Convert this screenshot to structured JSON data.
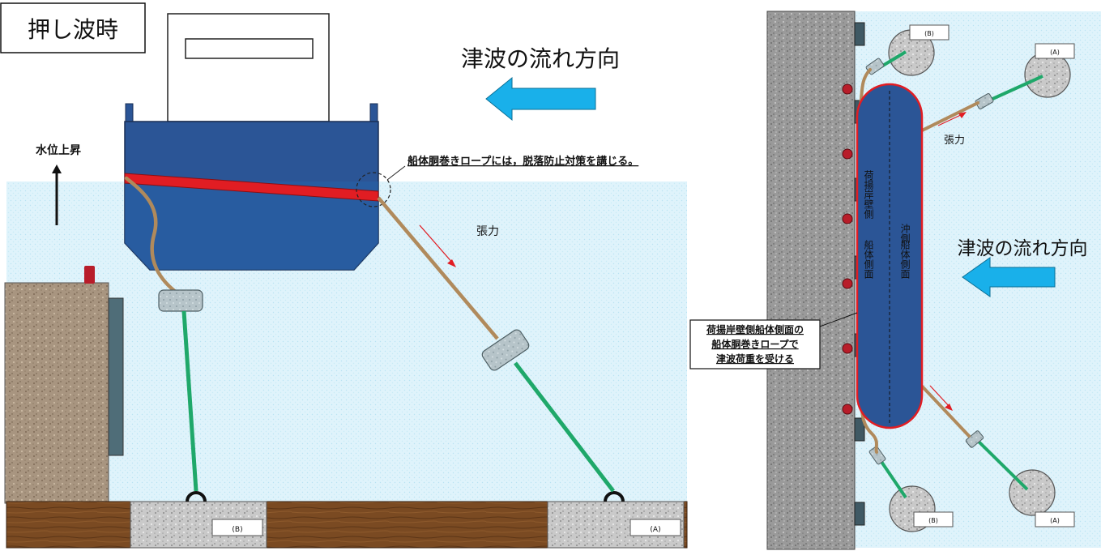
{
  "left_panel": {
    "title_box": "押し波時",
    "flow_label": "津波の流れ方向",
    "water_rise": "水位上昇",
    "rope_note": "船体胴巻きロープには，脱落防止対策を講じる。",
    "tension": "張力",
    "anchor_b": "(B)",
    "anchor_a": "(A)"
  },
  "right_panel": {
    "flow_label": "津波の流れ方向",
    "tension": "張力",
    "wall_side": "荷揚岸壁側",
    "wall_side_hull": "船体側面",
    "offshore_side": "沖側",
    "offshore_side_hull": "船体側面",
    "callout_line1": "荷揚岸壁側船体側面の",
    "callout_line2": "船体胴巻きロープで",
    "callout_line3": "津波荷重を受ける",
    "anchor_b_top": "(B)",
    "anchor_a_top": "(A)",
    "anchor_b_bottom": "(B)",
    "anchor_a_bottom": "(A)"
  },
  "colors": {
    "water": "#dff3fb",
    "hull": "#2b5596",
    "hull_dark": "#23487e",
    "rope_brown": "#b08a5c",
    "chain_green": "#1fa86a",
    "band_red": "#e11d23",
    "arrow_cyan": "#19b0ea",
    "quay_grey": "#8f8f8f",
    "seabed_brown": "#7a4a22"
  }
}
